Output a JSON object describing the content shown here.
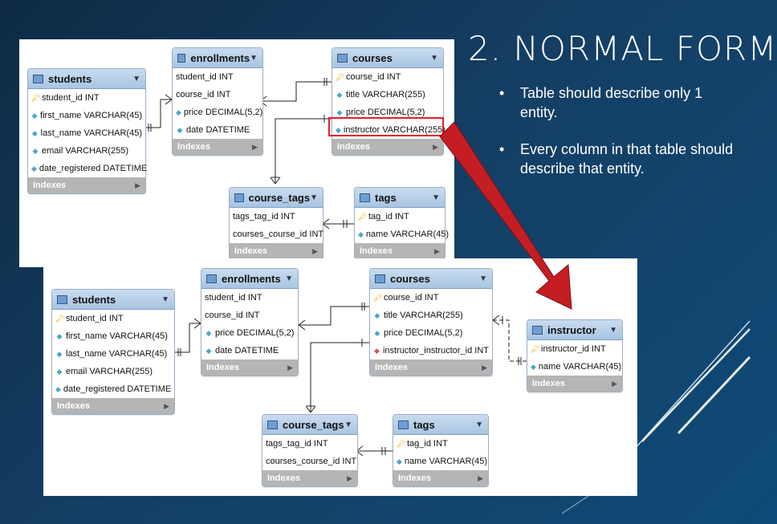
{
  "slide": {
    "title": "2. NORMAL FORM",
    "bullets": [
      "Table should describe only 1 entity.",
      "Every column in that table should describe that entity."
    ]
  },
  "diagram_top": {
    "students": {
      "name": "students",
      "rows": [
        "student_id INT",
        "first_name VARCHAR(45)",
        "last_name VARCHAR(45)",
        "email VARCHAR(255)",
        "date_registered DATETIME"
      ],
      "indexes": "Indexes"
    },
    "enrollments": {
      "name": "enrollments",
      "rows": [
        "student_id INT",
        "course_id INT",
        "price DECIMAL(5,2)",
        "date DATETIME"
      ],
      "indexes": "Indexes"
    },
    "courses": {
      "name": "courses",
      "rows": [
        "course_id INT",
        "title VARCHAR(255)",
        "price DECIMAL(5,2)",
        "instructor VARCHAR(255)"
      ],
      "indexes": "Indexes"
    },
    "course_tags": {
      "name": "course_tags",
      "rows": [
        "tags_tag_id INT",
        "courses_course_id INT"
      ],
      "indexes": "Indexes"
    },
    "tags": {
      "name": "tags",
      "rows": [
        "tag_id INT",
        "name VARCHAR(45)"
      ],
      "indexes": "Indexes"
    }
  },
  "diagram_bottom": {
    "students": {
      "name": "students",
      "rows": [
        "student_id INT",
        "first_name VARCHAR(45)",
        "last_name VARCHAR(45)",
        "email VARCHAR(255)",
        "date_registered DATETIME"
      ],
      "indexes": "Indexes"
    },
    "enrollments": {
      "name": "enrollments",
      "rows": [
        "student_id INT",
        "course_id INT",
        "price DECIMAL(5,2)",
        "date DATETIME"
      ],
      "indexes": "Indexes"
    },
    "courses": {
      "name": "courses",
      "rows": [
        "course_id INT",
        "title VARCHAR(255)",
        "price DECIMAL(5,2)",
        "instructor_instructor_id INT"
      ],
      "indexes": "Indexes"
    },
    "instructor": {
      "name": "instructor",
      "rows": [
        "instructor_id INT",
        "name VARCHAR(45)"
      ],
      "indexes": "Indexes"
    },
    "course_tags": {
      "name": "course_tags",
      "rows": [
        "tags_tag_id INT",
        "courses_course_id INT"
      ],
      "indexes": "Indexes"
    },
    "tags": {
      "name": "tags",
      "rows": [
        "tag_id INT",
        "name VARCHAR(45)"
      ],
      "indexes": "Indexes"
    }
  },
  "colors": {
    "highlight": "#e0202a",
    "arrow": "#c41e24",
    "background": "#143e63"
  }
}
